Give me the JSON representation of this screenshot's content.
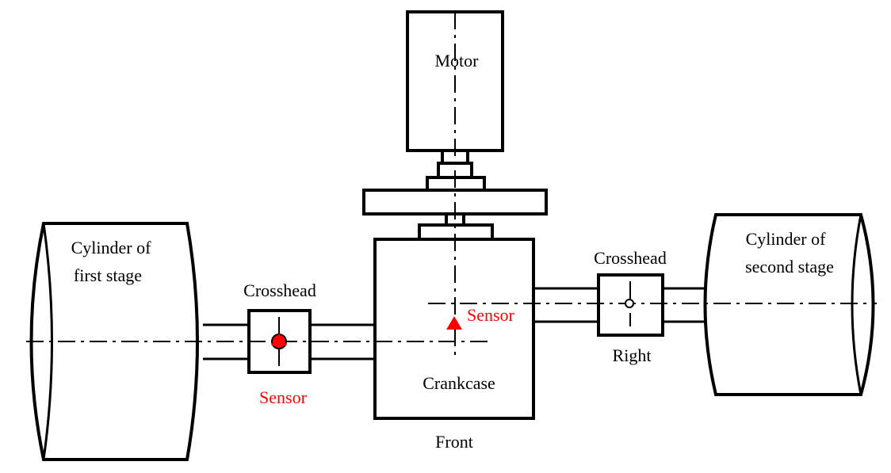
{
  "colors": {
    "line": "#000000",
    "sensor": "#ff0000",
    "background": "#ffffff"
  },
  "labels": {
    "motor": "Motor",
    "crankcase": "Crankcase",
    "crosshead_left": "Crosshead",
    "crosshead_right": "Crosshead",
    "cylinder_first_line1": "Cylinder of",
    "cylinder_first_line2": "first stage",
    "cylinder_second_line1": "Cylinder of",
    "cylinder_second_line2": "second stage",
    "sensor_left": "Sensor",
    "sensor_crankcase": "Sensor",
    "front": "Front",
    "right": "Right"
  }
}
